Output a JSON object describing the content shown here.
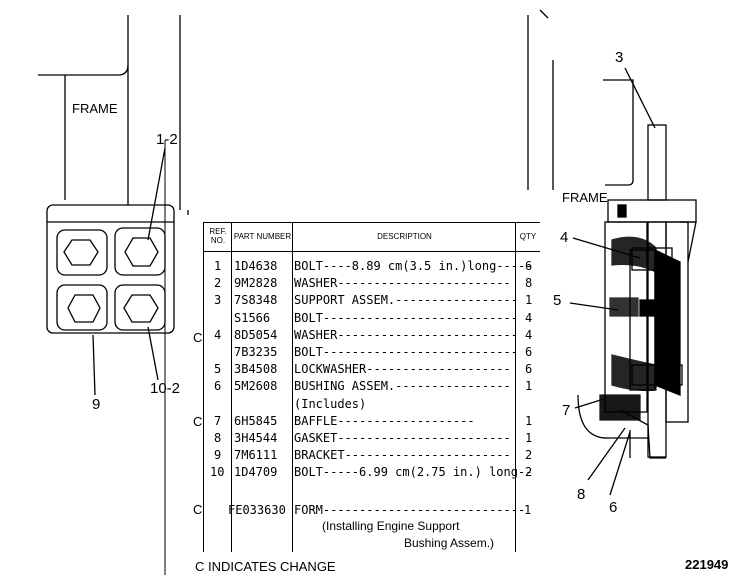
{
  "labels": {
    "frame_left": "FRAME",
    "frame_right": "FRAME",
    "callout_1_2": "1-2",
    "callout_9": "9",
    "callout_10_2": "10-2",
    "callout_3": "3",
    "callout_4": "4",
    "callout_5": "5",
    "callout_7": "7",
    "callout_8": "8",
    "callout_6": "6"
  },
  "table": {
    "headers": {
      "ref": "REF. NO.",
      "part": "PART NUMBER",
      "desc": "DESCRIPTION",
      "qty": "QTY"
    },
    "rows": [
      {
        "ref": "1",
        "part": "1D4638",
        "desc": "BOLT----8.89 cm(3.5 in.)long-----",
        "qty": "6"
      },
      {
        "ref": "2",
        "part": "9M2828",
        "desc": "WASHER------------------------",
        "qty": "8"
      },
      {
        "ref": "3",
        "part": "7S8348",
        "desc": "SUPPORT ASSEM.-----------------",
        "qty": "1"
      },
      {
        "ref": "",
        "part": "S1566",
        "desc": "BOLT---------------------------",
        "qty": "4"
      },
      {
        "ref": "4",
        "part": "8D5054",
        "desc": "WASHER-------------------------",
        "qty": "4"
      },
      {
        "ref": "",
        "part": "7B3235",
        "desc": "BOLT---------------------------",
        "qty": "6"
      },
      {
        "ref": "5",
        "part": "3B4508",
        "desc": "LOCKWASHER--------------------",
        "qty": "6"
      },
      {
        "ref": "6",
        "part": "5M2608",
        "desc": "BUSHING ASSEM.----------------",
        "qty": "1"
      },
      {
        "ref": "",
        "part": "",
        "desc": "      (Includes)",
        "qty": ""
      },
      {
        "ref": "7",
        "part": "6H5845",
        "desc": "      BAFFLE-------------------",
        "qty": "1"
      },
      {
        "ref": "8",
        "part": "3H4544",
        "desc": "GASKET------------------------",
        "qty": "1"
      },
      {
        "ref": "9",
        "part": "7M6111",
        "desc": "BRACKET-----------------------",
        "qty": "2"
      },
      {
        "ref": "10",
        "part": "1D4709",
        "desc": "BOLT-----6.99 cm(2.75 in.) long--",
        "qty": "2"
      }
    ],
    "form_row": {
      "part": "FE033630",
      "desc": "FORM----------------------------",
      "qty": "1",
      "desc_line2": "(Installing Engine Support",
      "desc_line3": "Bushing Assem.)"
    },
    "change_marks": [
      "C",
      "C",
      "C"
    ]
  },
  "caption": "C INDICATES CHANGE",
  "figure_number": "221949"
}
